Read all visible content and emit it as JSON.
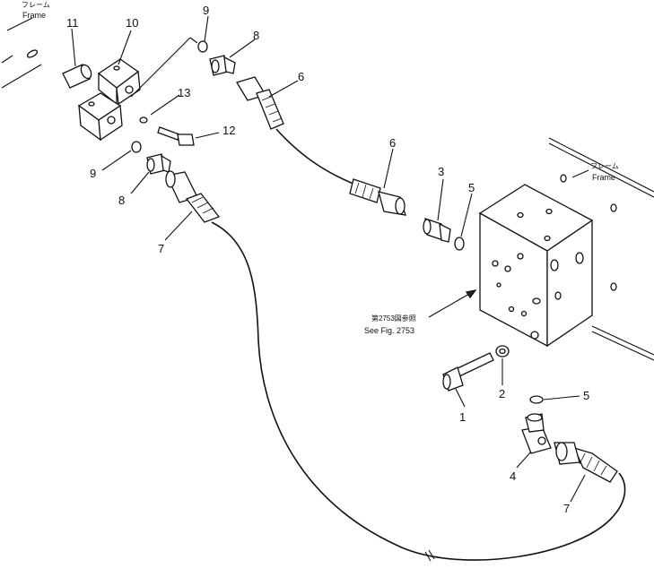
{
  "callouts": {
    "p1": "1",
    "p2": "2",
    "p3": "3",
    "p4": "4",
    "p5a": "5",
    "p5b": "5",
    "p6a": "6",
    "p6b": "6",
    "p7a": "7",
    "p7b": "7",
    "p8a": "8",
    "p8b": "8",
    "p9a": "9",
    "p9b": "9",
    "p10": "10",
    "p11": "11",
    "p12": "12",
    "p13": "13"
  },
  "labels": {
    "frame_left_jp": "フレーム",
    "frame_left_en": "Frame",
    "frame_right_jp": "フレーム",
    "frame_right_en": "Frame",
    "see_fig_jp": "第2753図参照",
    "see_fig_en": "See Fig. 2753"
  }
}
